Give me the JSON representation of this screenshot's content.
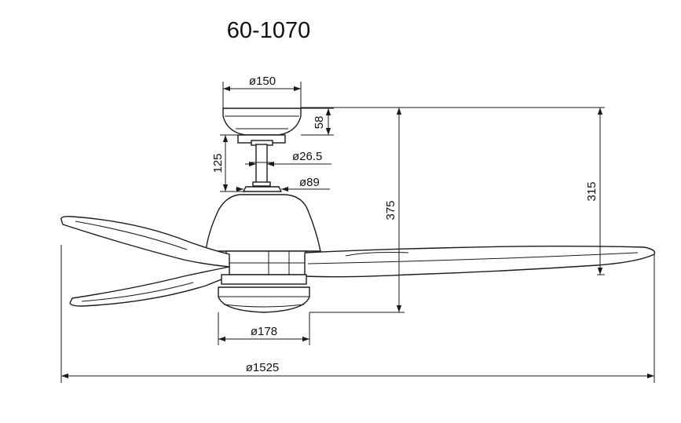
{
  "title": "60-1070",
  "dimensions": {
    "canopy_diameter": "ø150",
    "canopy_height": "58",
    "downrod_diameter": "ø26.5",
    "downrod_length": "125",
    "collar_diameter": "ø89",
    "ceiling_to_light": "375",
    "ceiling_to_blade": "315",
    "light_diameter": "ø178",
    "blade_span": "ø1525"
  },
  "colors": {
    "line": "#1a1a1a",
    "background": "#ffffff"
  }
}
